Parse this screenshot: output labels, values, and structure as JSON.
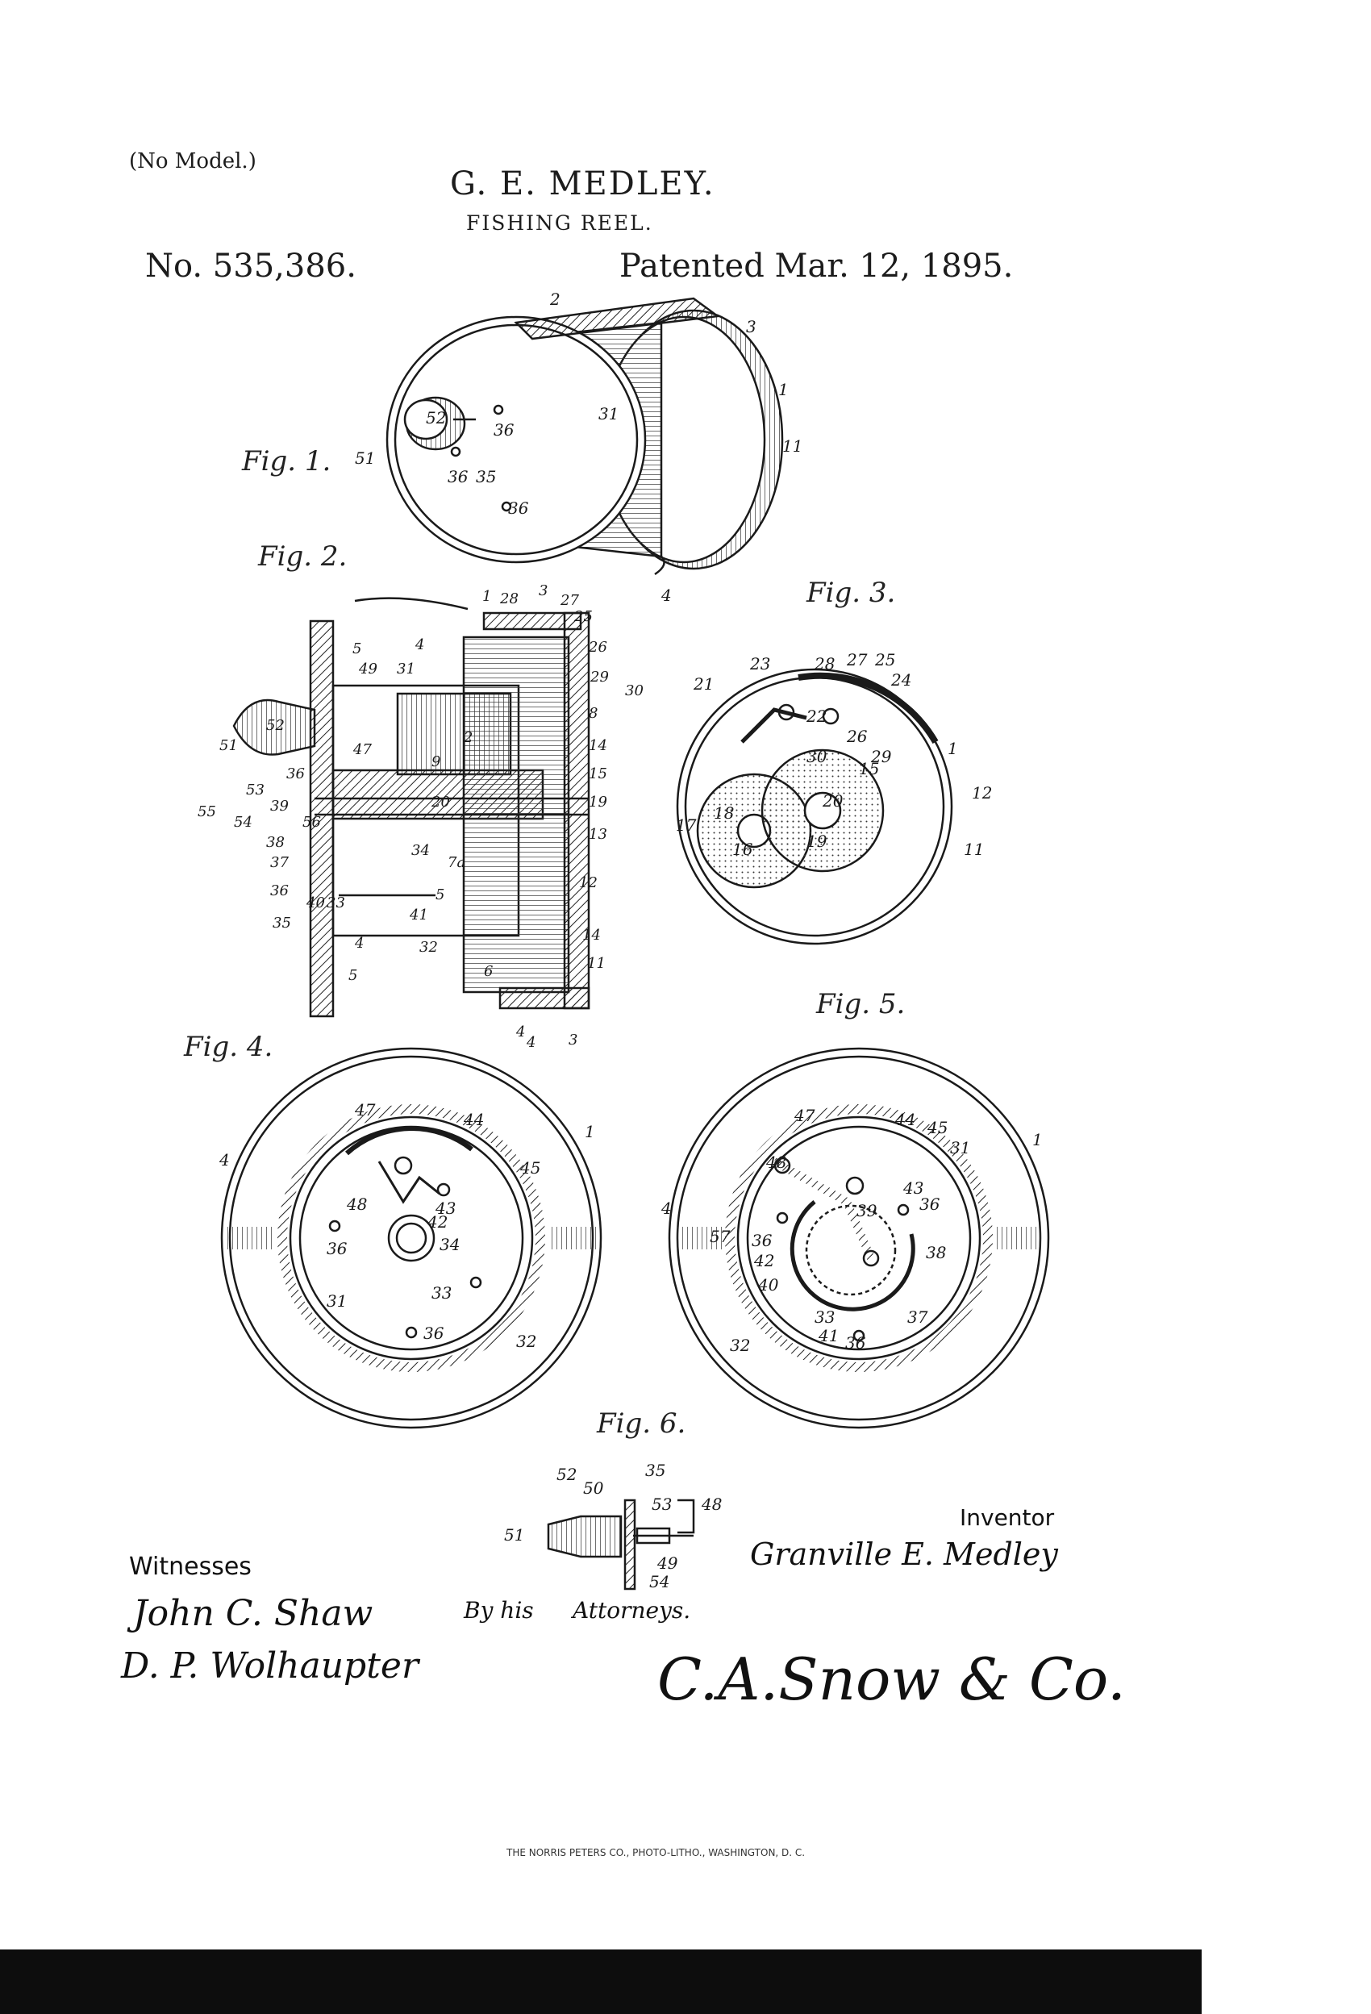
{
  "header": {
    "model_note": "(No Model.)",
    "inventor": "G. E. MEDLEY.",
    "subject": "FISHING REEL.",
    "patent_number": "No. 535,386.",
    "patent_date": "Patented Mar. 12, 1895."
  },
  "figures": {
    "fig1": "Fig. 1.",
    "fig2": "Fig. 2.",
    "fig3": "Fig. 3.",
    "fig4": "Fig. 4.",
    "fig5": "Fig. 5.",
    "fig6": "Fig. 6."
  },
  "fig1_labels": [
    "2",
    "3",
    "1",
    "11",
    "31",
    "36",
    "52",
    "51",
    "36",
    "35",
    "36",
    "4"
  ],
  "fig2_labels": [
    "1",
    "28",
    "3",
    "27",
    "25",
    "26",
    "29",
    "30",
    "8",
    "14",
    "15",
    "19",
    "13",
    "12",
    "14",
    "11",
    "3",
    "4",
    "6",
    "32",
    "5",
    "41",
    "7a",
    "34",
    "20",
    "9",
    "2",
    "31",
    "4",
    "5",
    "49",
    "47",
    "52",
    "51",
    "36",
    "53",
    "39",
    "55",
    "54",
    "56",
    "38",
    "37",
    "36",
    "40",
    "33",
    "35",
    "4",
    "5",
    "4"
  ],
  "fig3_labels": [
    "23",
    "28",
    "27",
    "25",
    "24",
    "21",
    "22",
    "26",
    "29",
    "30",
    "15",
    "1",
    "12",
    "18",
    "17",
    "16",
    "19",
    "20",
    "11"
  ],
  "fig4_labels": [
    "47",
    "44",
    "1",
    "43",
    "45",
    "48",
    "42",
    "36",
    "34",
    "31",
    "33",
    "36",
    "32",
    "4"
  ],
  "fig5_labels": [
    "47",
    "44",
    "45",
    "31",
    "1",
    "48",
    "43",
    "36",
    "39",
    "38",
    "57",
    "36",
    "42",
    "40",
    "33",
    "41",
    "36",
    "37",
    "32",
    "4"
  ],
  "fig6_labels": [
    "52",
    "35",
    "50",
    "53",
    "48",
    "51",
    "49",
    "54"
  ],
  "signatures": {
    "witnesses_label": "Witnesses",
    "witness1": "John C. Shaw",
    "witness2": "D. P. Wolhaupter",
    "inventor_label": "Inventor",
    "inventor_name": "Granville E. Medley",
    "by_label": "By his",
    "attorneys_label": "Attorneys.",
    "attorney_firm": "C.A.Snow & Co."
  },
  "printer": "THE NORRIS PETERS CO., PHOTO-LITHO., WASHINGTON, D. C."
}
